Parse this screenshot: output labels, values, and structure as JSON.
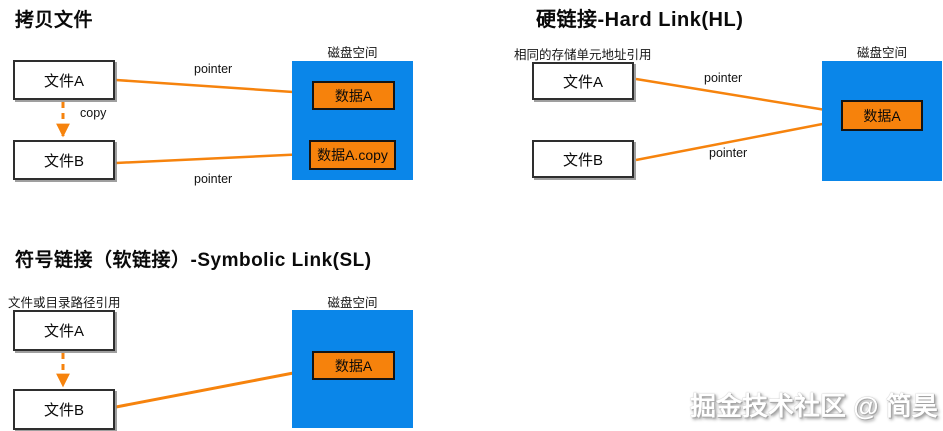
{
  "colors": {
    "arrow_orange": "#f6830d",
    "data_box_orange": "#f6820c",
    "disk_blue": "#0a86e9"
  },
  "diagrams": {
    "copy": {
      "title": "拷贝文件",
      "file_a": "文件A",
      "file_b": "文件B",
      "copy_arrow_label": "copy",
      "pointer_top_label": "pointer",
      "pointer_bottom_label": "pointer",
      "disk_label": "磁盘空间",
      "data_a": "数据A",
      "data_a_copy": "数据A.copy"
    },
    "hard_link": {
      "title": "硬链接-Hard Link(HL)",
      "ref_label": "相同的存储单元地址引用",
      "file_a": "文件A",
      "file_b": "文件B",
      "pointer_top_label": "pointer",
      "pointer_bottom_label": "pointer",
      "disk_label": "磁盘空间",
      "data_a": "数据A"
    },
    "symbolic_link": {
      "title": "符号链接（软链接）-Symbolic Link(SL)",
      "ref_label": "文件或目录路径引用",
      "file_a": "文件A",
      "file_b": "文件B",
      "disk_label": "磁盘空间",
      "data_a": "数据A"
    }
  },
  "watermark": "掘金技术社区 @ 简昊"
}
